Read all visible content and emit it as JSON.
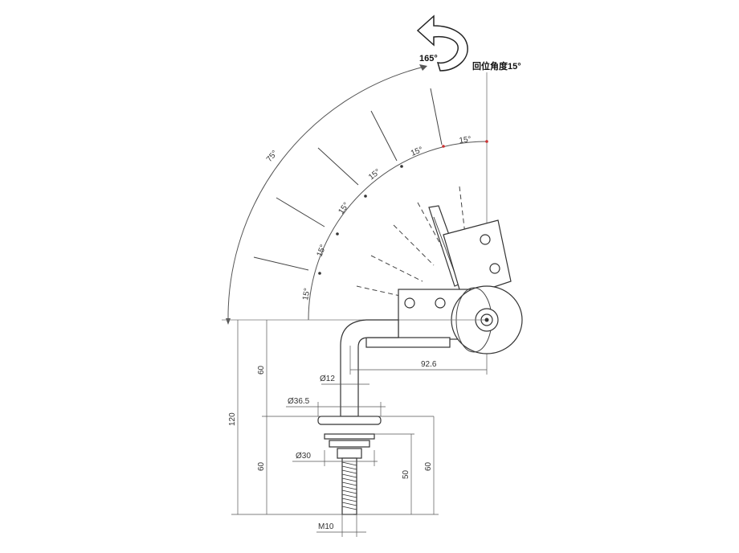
{
  "rotation": {
    "total_angle": "165°",
    "label_cn": "回位角度15°",
    "arrow_icon": "rotate-arrow-icon"
  },
  "arc_labels": {
    "outer": "75°",
    "inner": [
      "15°",
      "15°",
      "15°",
      "15°",
      "15°",
      "15°"
    ]
  },
  "dimensions": {
    "width_926": "92.6",
    "dia_12": "Ø12",
    "dia_36_5": "Ø36.5",
    "dia_30": "Ø30",
    "thread": "M10",
    "h_120": "120",
    "h_60_top": "60",
    "h_60_bottom": "60",
    "h_50": "50",
    "h_60_right": "60"
  }
}
